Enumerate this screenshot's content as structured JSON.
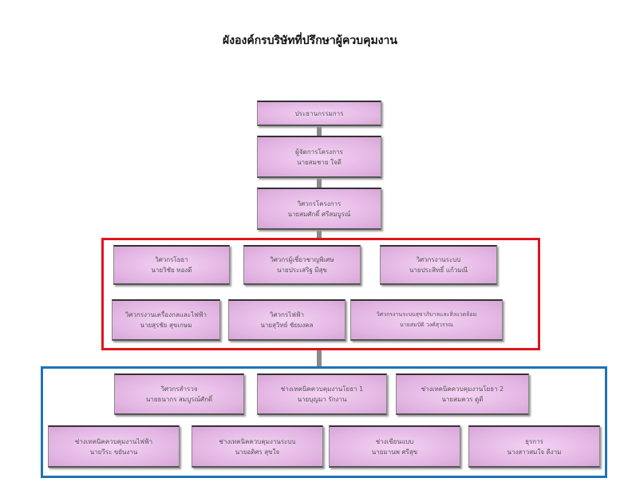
{
  "title": "ผังองค์กรบริษัทที่ปรึกษาผู้ควบคุมงาน",
  "colors": {
    "box_fill": "#e2b5e2",
    "management_frame": "#e0141c",
    "staff_frame": "#1e73b8"
  },
  "top_chain": [
    {
      "role": "ประธานกรรมการ",
      "name": ""
    },
    {
      "role": "ผู้จัดการโครงการ",
      "name": "นายสมชาย ใจดี"
    },
    {
      "role": "วิศวกรโครงการ",
      "name": "นายสมศักดิ์ ศรีสมบูรณ์"
    }
  ],
  "engineers": [
    {
      "role": "วิศวกรโยธา",
      "name": "นายวิชัย ทองดี"
    },
    {
      "role": "วิศวกรผู้เชี่ยวชาญพิเศษ",
      "name": "นายประเสริฐ มีสุข"
    },
    {
      "role": "วิศวกรงานระบบ",
      "name": "นายประสิทธิ์ แก้วมณี"
    },
    {
      "role": "วิศวกรงานเครื่องกลและไฟฟ้า",
      "name": "นายสุรชัย สุขเกษม"
    },
    {
      "role": "วิศวกรไฟฟ้า",
      "name": "นายสุวิทย์ ชัยมงคล"
    },
    {
      "role": "วิศวกรงานระบบสุขาภิบาลและสิ่งแวดล้อม",
      "name": "นายสมบัติ วงศ์สุวรรณ"
    }
  ],
  "staff": [
    {
      "role": "วิศวกรสำรวจ",
      "name": "นายธนากร สมบูรณ์ศักดิ์"
    },
    {
      "role": "ช่างเทคนิคควบคุมงานโยธา 1",
      "name": "นายบุญมา รักงาน"
    },
    {
      "role": "ช่างเทคนิคควบคุมงานโยธา 2",
      "name": "นายสมควร ดูดี"
    },
    {
      "role": "ช่างเทคนิคควบคุมงานไฟฟ้า",
      "name": "นายวีระ ขยันงาน"
    },
    {
      "role": "ช่างเทคนิคควบคุมงานระบบ",
      "name": "นายอดิศร สุขใจ"
    },
    {
      "role": "ช่างเขียนแบบ",
      "name": "นายมานพ ศรีสุข"
    },
    {
      "role": "ธุรการ",
      "name": "นางสาวสมใจ ดีงาม"
    }
  ]
}
